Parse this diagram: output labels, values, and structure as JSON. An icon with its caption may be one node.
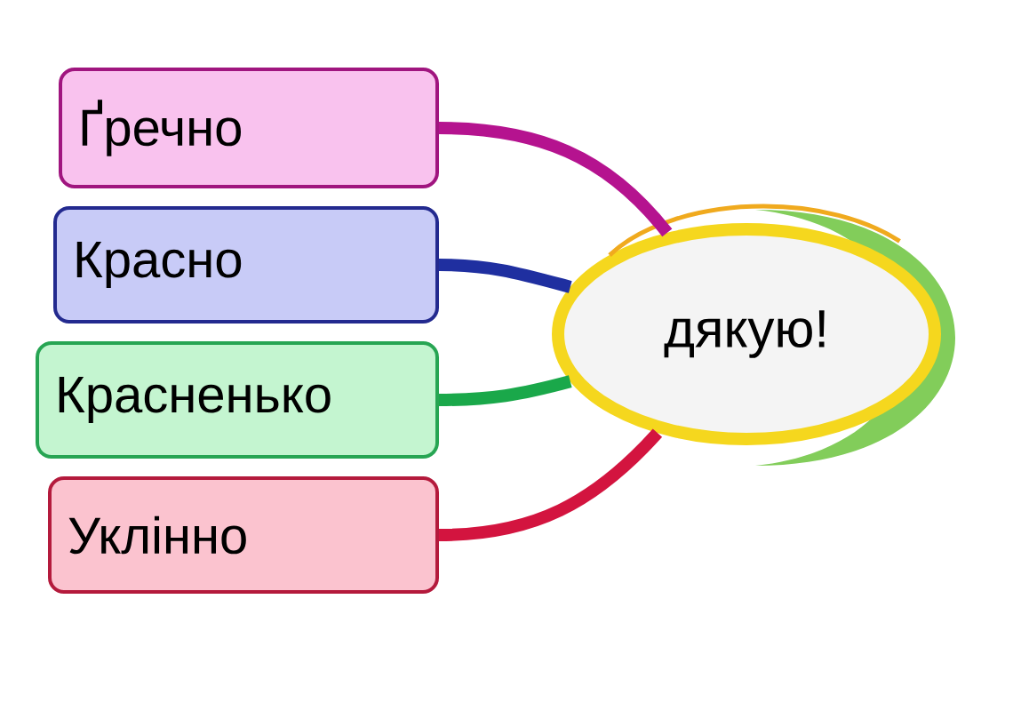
{
  "diagram": {
    "nodes": [
      {
        "text": [
          "Ґречно"
        ]
      },
      {
        "text": [
          "Красно"
        ]
      },
      {
        "text": [
          "Красненько"
        ]
      },
      {
        "text": [
          "Уклінно"
        ]
      },
      {
        "text": [
          "дякую!"
        ]
      }
    ],
    "edges": [
      {
        "from": 0,
        "to": 4,
        "arrow": "none",
        "color": "#b5138f"
      },
      {
        "from": 1,
        "to": 4,
        "arrow": "none",
        "color": "#1f2fa0"
      },
      {
        "from": 2,
        "to": 4,
        "arrow": "none",
        "color": "#1aa84a"
      },
      {
        "from": 3,
        "to": 4,
        "arrow": "none",
        "color": "#d3143f"
      }
    ]
  }
}
